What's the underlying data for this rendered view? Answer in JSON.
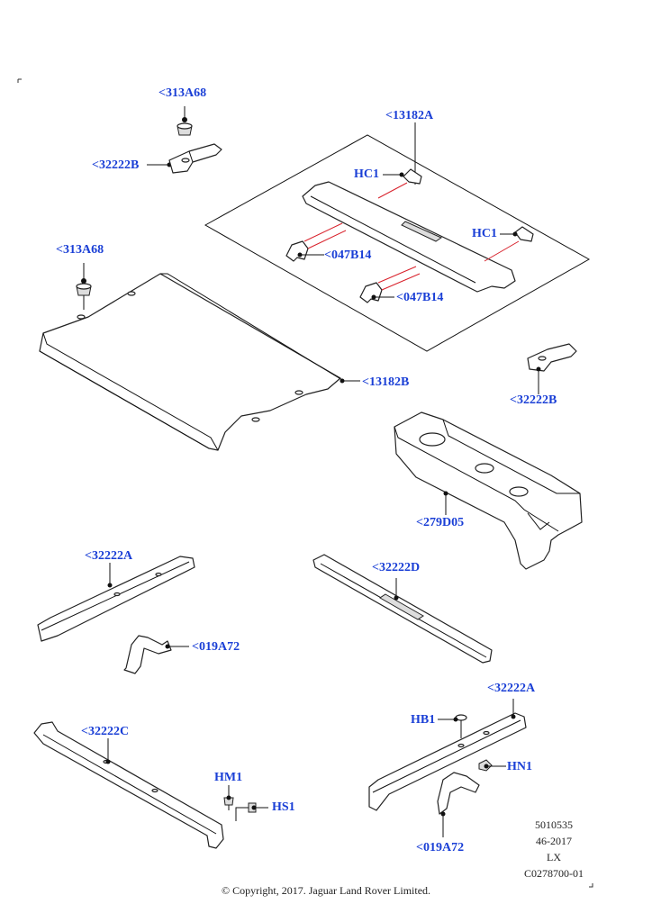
{
  "callouts": {
    "c313A68_top": "<313A68",
    "c32222B_top": "<32222B",
    "c13182A": "<13182A",
    "cHC1_a": "HC1",
    "cHC1_b": "HC1",
    "c047B14_a": "<047B14",
    "c047B14_b": "<047B14",
    "c313A68_mid": "<313A68",
    "c13182B": "<13182B",
    "c32222B_right": "<32222B",
    "c279D05": "<279D05",
    "c32222A_left": "<32222A",
    "c32222D": "<32222D",
    "c019A72_left": "<019A72",
    "c32222A_right": "<32222A",
    "c32222C": "<32222C",
    "cHB1": "HB1",
    "cHN1": "HN1",
    "cHM1": "HM1",
    "cHS1": "HS1",
    "c019A72_right": "<019A72"
  },
  "meta": {
    "line1": "5010535",
    "line2": "46-2017",
    "line3": "LX",
    "line4": "C0278700-01"
  },
  "copyright": "© Copyright, 2017. Jaguar Land Rover Limited.",
  "colors": {
    "callout": "#1a3fd6",
    "leader_red": "#d8202a",
    "line": "#111111"
  }
}
